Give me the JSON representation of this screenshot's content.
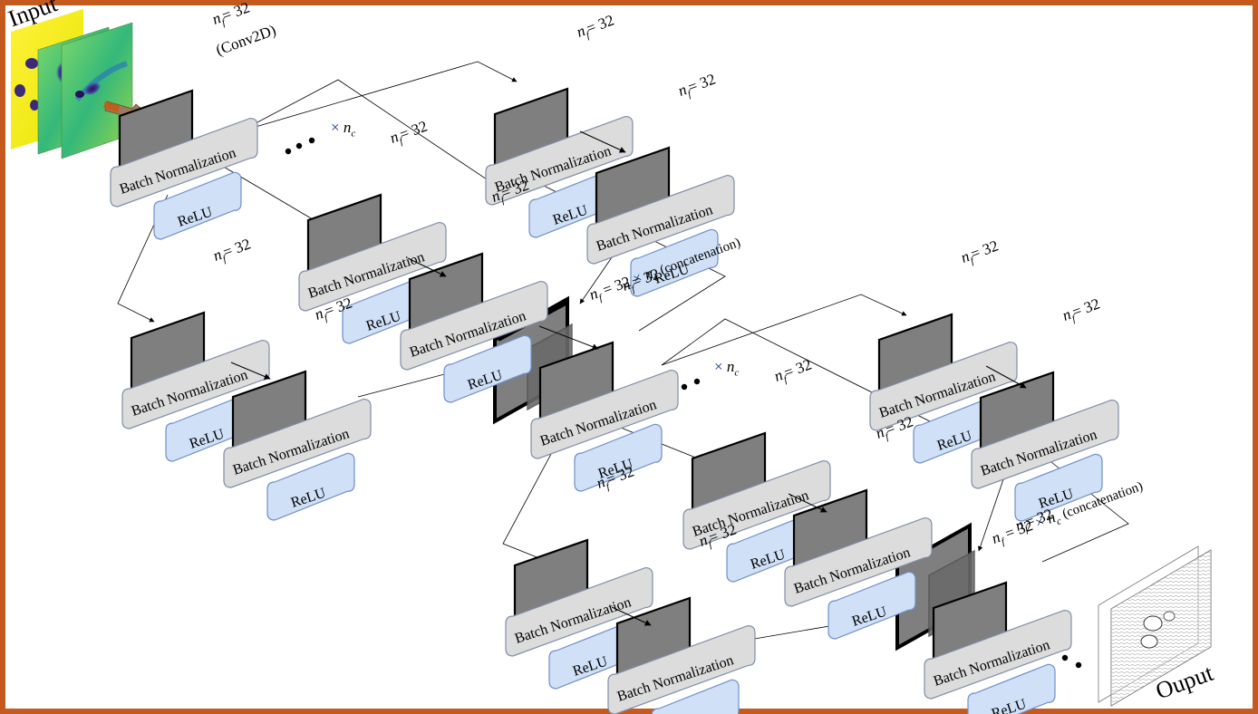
{
  "labels": {
    "input": "Input",
    "output": "Ouput",
    "bn": "Batch Normalization",
    "relu": "ReLU",
    "nf_eq": "= 32",
    "nf_var": "n",
    "nf_sub": "f",
    "conv2d": "(Conv2D)",
    "times": "×",
    "nc_var": "n",
    "nc_sub": "c",
    "concat_text": "(concatenation)",
    "nf_32": "32"
  },
  "colors": {
    "border": "#c55a1e",
    "bn_fill": "#dcdcdc",
    "bn_stroke": "#7f8ea8",
    "relu_fill": "#cfe0f7",
    "relu_stroke": "#6f8fc8",
    "filter_fill": "#7f7f7f",
    "dark_fill": "#4a4a4a"
  }
}
